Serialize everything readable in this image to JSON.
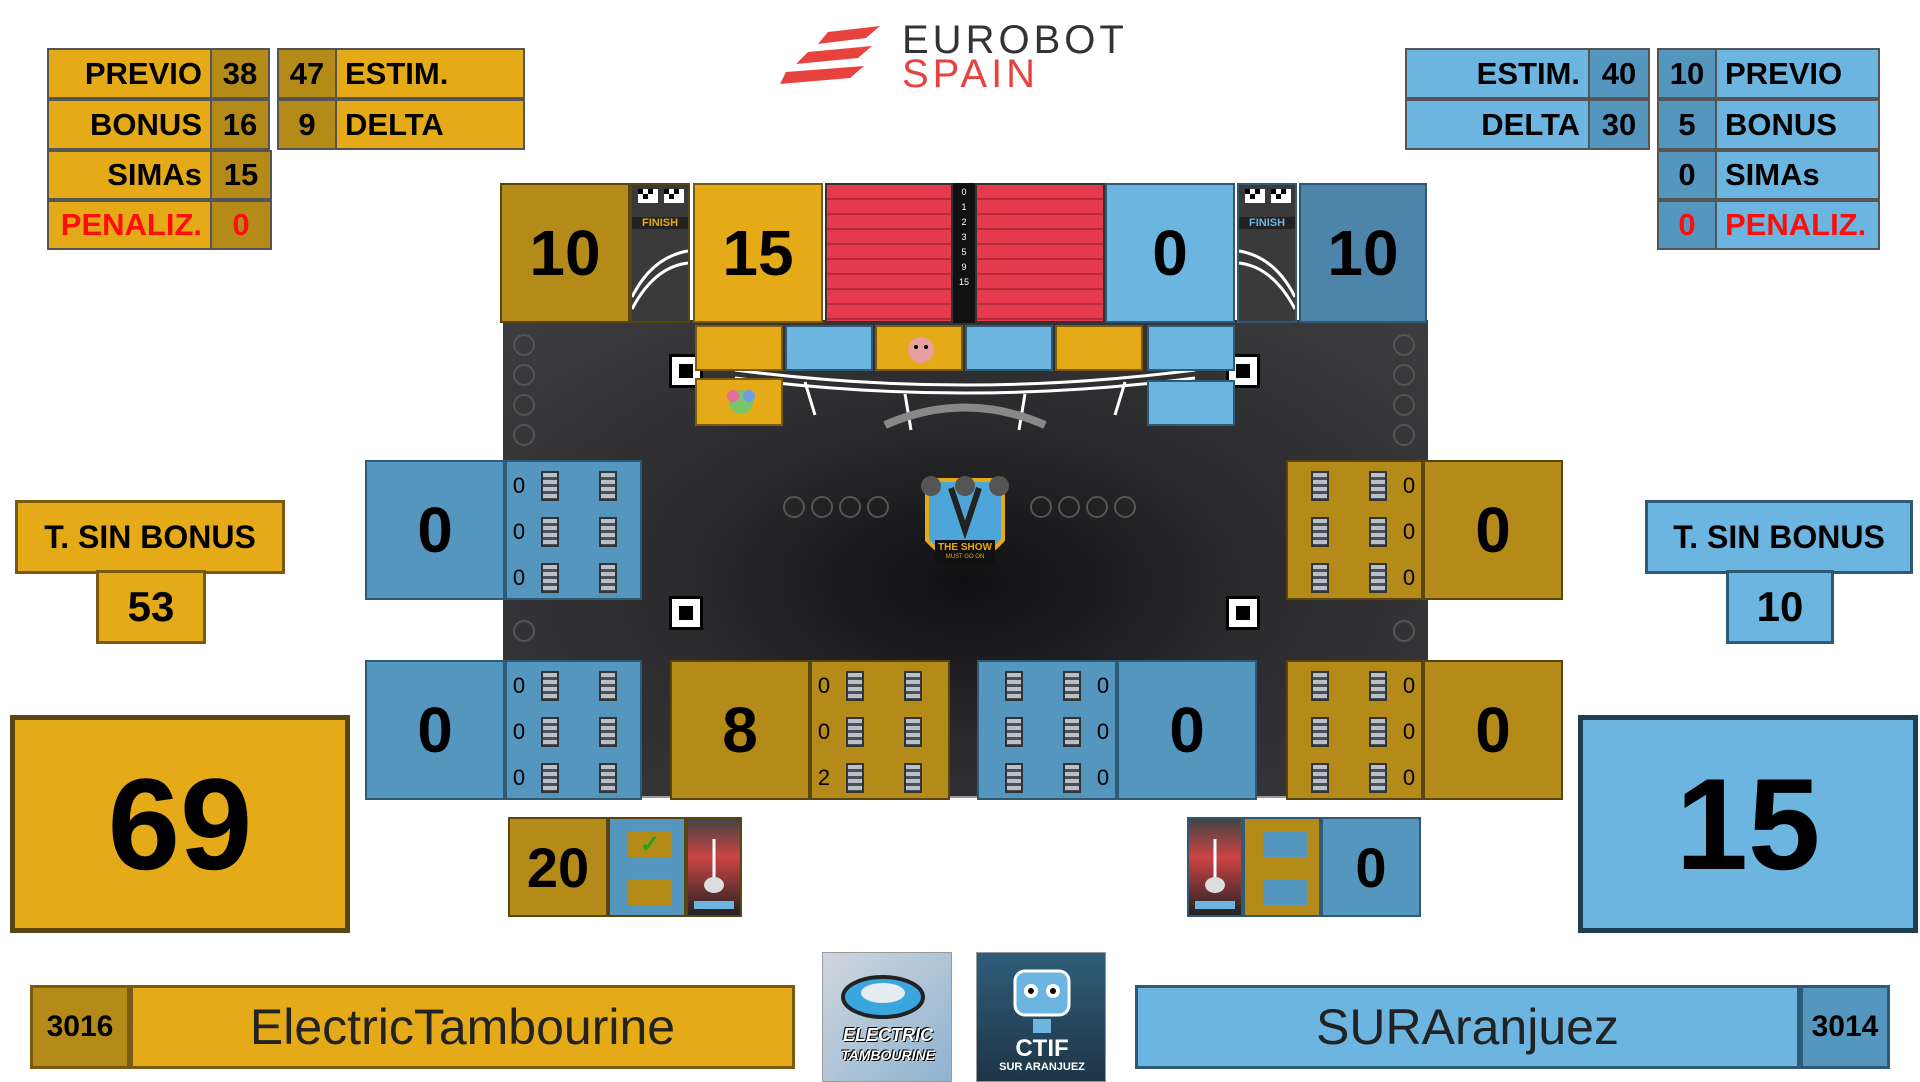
{
  "brand": {
    "line1": "EUROBOT",
    "line2": "SPAIN"
  },
  "yellow": {
    "previo_label": "PREVIO",
    "previo": "38",
    "estim": "47",
    "estim_label": "ESTIM.",
    "bonus_label": "BONUS",
    "bonus": "16",
    "delta": "9",
    "delta_label": "DELTA",
    "simas_label": "SIMAs",
    "simas": "15",
    "penal_label": "PENALIZ.",
    "penal": "0",
    "tsb_label": "T. SIN BONUS",
    "tsb": "53",
    "total": "69",
    "finish_score": "10",
    "zone_score": "15",
    "left_top": "0",
    "left_bottom": "0",
    "center_bottom": "8",
    "bottom_score": "20",
    "team_number": "3016",
    "team_name": "ElectricTambourine",
    "checkmark": "✓"
  },
  "blue": {
    "estim_label": "ESTIM.",
    "estim": "40",
    "previo": "10",
    "previo_label": "PREVIO",
    "delta_label": "DELTA",
    "delta": "30",
    "bonus": "5",
    "bonus_label": "BONUS",
    "simas": "0",
    "simas_label": "SIMAs",
    "penal": "0",
    "penal_label": "PENALIZ.",
    "tsb_label": "T. SIN BONUS",
    "tsb": "10",
    "total": "15",
    "zone_score": "0",
    "finish_score": "10",
    "right_top": "0",
    "right_bottom": "0",
    "center_bottom": "0",
    "bottom_score": "0",
    "team_name": "SURAranjuez",
    "team_number": "3014"
  },
  "finish_label": "FINISH",
  "scale": [
    "0",
    "1",
    "2",
    "3",
    "5",
    "9",
    "15"
  ],
  "shelves": {
    "y_left_top": [
      "0",
      "0",
      "0"
    ],
    "y_left_bottom": [
      "0",
      "0",
      "0"
    ],
    "y_center": [
      "0",
      "0",
      "2"
    ],
    "b_center": [
      "0",
      "0",
      "0"
    ],
    "b_right_top": [
      "0",
      "0",
      "0"
    ],
    "b_right_bottom": [
      "0",
      "0",
      "0"
    ]
  },
  "arena": {
    "title": "THE SHOW",
    "subtitle": "MUST GO ON"
  },
  "logos": {
    "yellow_logo_1": "ELECTRIC",
    "yellow_logo_2": "TAMBOURINE",
    "blue_logo_1": "CTIF",
    "blue_logo_2": "SUR ARANJUEZ"
  },
  "colors": {
    "yellow": "#e5aa17",
    "blue": "#6cb5e0",
    "red_text": "#ff0d0d",
    "brand_red": "#e8423f"
  }
}
